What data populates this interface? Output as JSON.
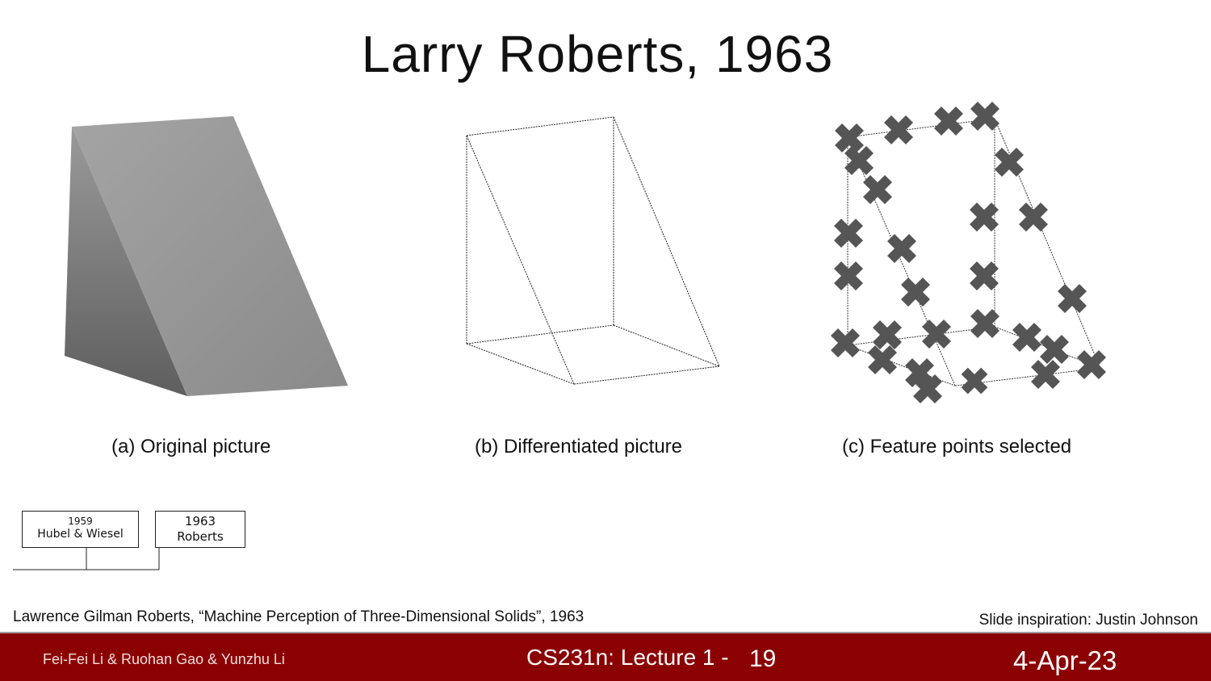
{
  "slide": {
    "title": "Larry Roberts, 1963"
  },
  "figures": {
    "a_caption": "(a) Original picture",
    "b_caption": "(b) Differentiated picture",
    "c_caption": "(c) Feature points selected"
  },
  "timeline": {
    "box1_year": "1959",
    "box1_name": "Hubel & Wiesel",
    "box2_year": "1963",
    "box2_name": "Roberts"
  },
  "reference": "Lawrence Gilman Roberts, “Machine Perception of Three-Dimensional Solids”, 1963",
  "credit": "Slide inspiration: Justin Johnson",
  "footer": {
    "authors": "Fei-Fei Li & Ruohan Gao & Yunzhu Li",
    "lecture": "CS231n: Lecture 1 -",
    "page": "19",
    "date": "4-Apr-23"
  },
  "colors": {
    "footer_bg": "#8b0000",
    "marker": "#555555"
  }
}
